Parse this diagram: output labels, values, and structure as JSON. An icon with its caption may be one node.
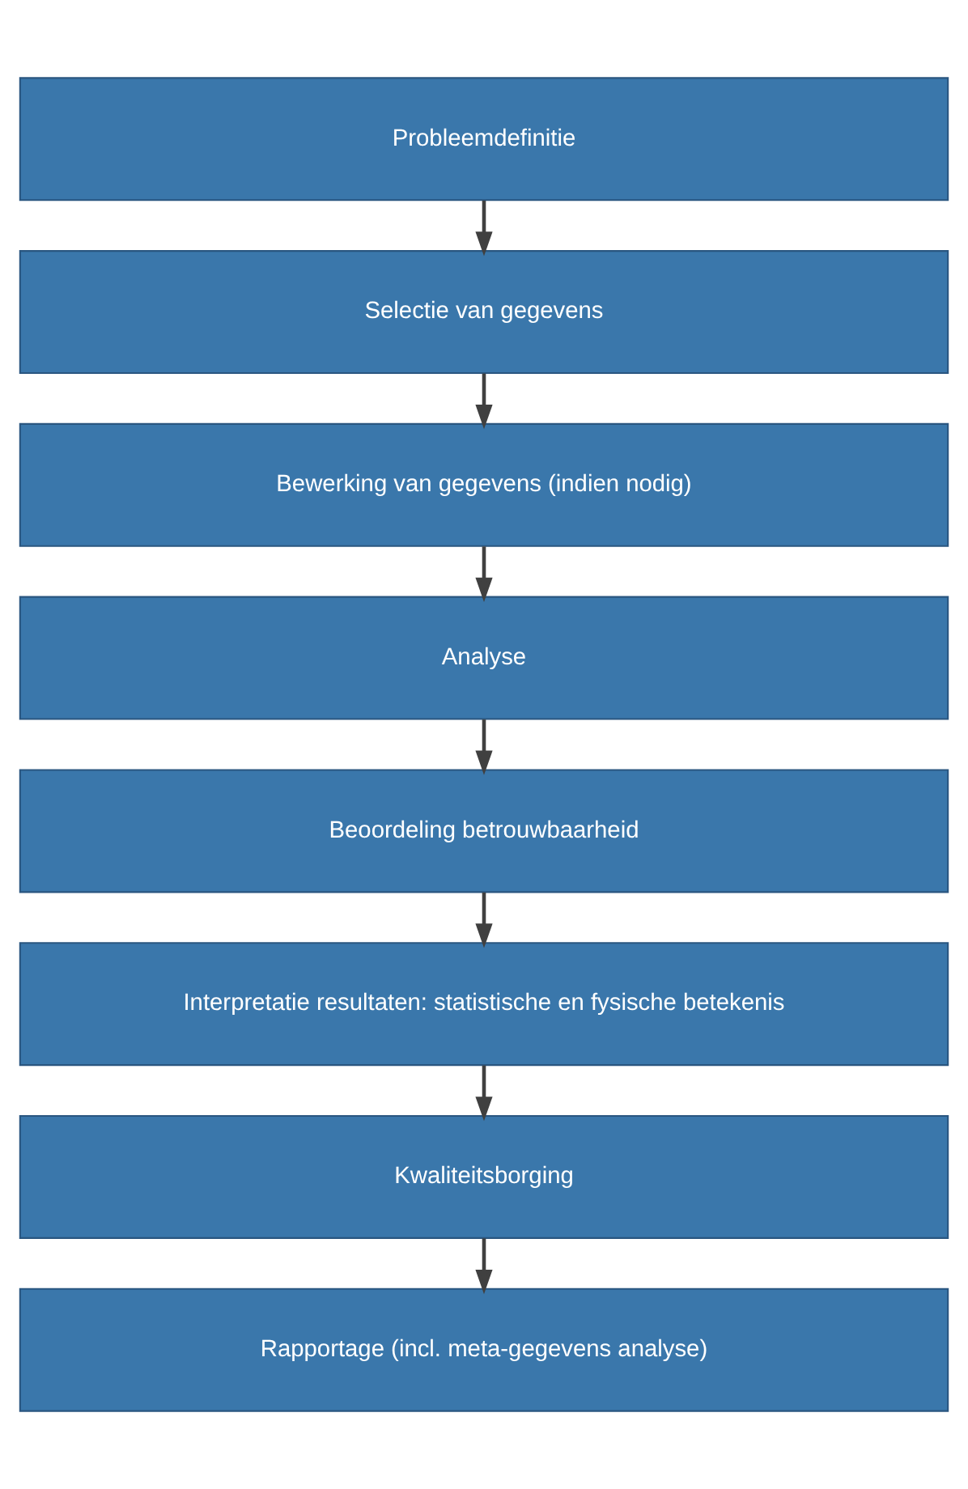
{
  "diagram": {
    "nodes": [
      {
        "text": [
          "Probleemdefinitie"
        ]
      },
      {
        "text": [
          "Selectie van gegevens"
        ]
      },
      {
        "text": [
          "Bewerking van gegevens (indien nodig)"
        ]
      },
      {
        "text": [
          "Analyse"
        ]
      },
      {
        "text": [
          "Beoordeling betrouwbaarheid"
        ]
      },
      {
        "text": [
          "Interpretatie resultaten: statistische en fysische betekenis"
        ]
      },
      {
        "text": [
          "Kwaliteitsborging"
        ]
      },
      {
        "text": [
          "Rapportage (incl. meta-gegevens analyse)"
        ]
      }
    ],
    "edges": [
      {
        "from": 0,
        "to": 1,
        "arrow": "to"
      },
      {
        "from": 1,
        "to": 2,
        "arrow": "to"
      },
      {
        "from": 2,
        "to": 3,
        "arrow": "to"
      },
      {
        "from": 3,
        "to": 4,
        "arrow": "to"
      },
      {
        "from": 4,
        "to": 5,
        "arrow": "to"
      },
      {
        "from": 5,
        "to": 6,
        "arrow": "to"
      },
      {
        "from": 6,
        "to": 7,
        "arrow": "to"
      }
    ]
  }
}
